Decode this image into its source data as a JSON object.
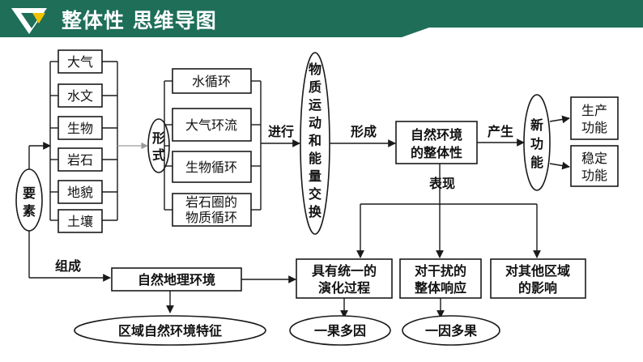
{
  "header": {
    "title": "整体性 思维导图",
    "colors": {
      "bar": "#1e6e58",
      "accent_white": "#ffffff",
      "accent_yellow": "#f2c200"
    }
  },
  "elements": {
    "items": [
      "大气",
      "水文",
      "生物",
      "岩石",
      "地貌",
      "土壤"
    ],
    "label_chars": [
      "要",
      "素"
    ]
  },
  "forms": {
    "label_chars": [
      "形",
      "式"
    ],
    "items": [
      {
        "lines": [
          "水循环"
        ]
      },
      {
        "lines": [
          "大气环流"
        ]
      },
      {
        "lines": [
          "生物循环"
        ]
      },
      {
        "lines": [
          "岩石圈的",
          "物质循环"
        ]
      }
    ]
  },
  "labels": {
    "proceed": "进行",
    "form": "形成",
    "produce": "产生",
    "compose": "组成",
    "manifest": "表现"
  },
  "exchange": {
    "chars": [
      "物",
      "质",
      "运",
      "动",
      "和",
      "能",
      "量",
      "交",
      "换"
    ]
  },
  "holism": {
    "lines": [
      "自然环境",
      "的整体性"
    ]
  },
  "new_function": {
    "chars": [
      "新",
      "功",
      "能"
    ],
    "items": [
      {
        "lines": [
          "生产",
          "功能"
        ]
      },
      {
        "lines": [
          "稳定",
          "功能"
        ]
      }
    ]
  },
  "geo_env": {
    "label": "自然地理环境"
  },
  "manifestations": [
    {
      "lines": [
        "具有统一的",
        "演化过程"
      ]
    },
    {
      "lines": [
        "对干扰的",
        "整体响应"
      ]
    },
    {
      "lines": [
        "对其他区域",
        "的影响"
      ]
    }
  ],
  "bottom": {
    "regional": "区域自然环境特征",
    "one_effect": "一果多因",
    "one_cause": "一因多果"
  }
}
